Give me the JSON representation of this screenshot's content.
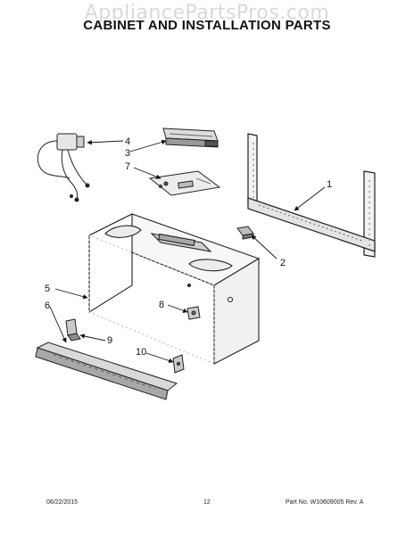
{
  "watermark": "AppliancePartsPros.com",
  "title": "CABINET AND INSTALLATION PARTS",
  "callouts": {
    "c1": "1",
    "c2": "2",
    "c3": "3",
    "c4": "4",
    "c5": "5",
    "c6": "6",
    "c7": "7",
    "c8": "8",
    "c9": "9",
    "c10": "10"
  },
  "footer": {
    "date": "06/22/2015",
    "page": "12",
    "part": "Part No. W10609005  Rev. A"
  }
}
